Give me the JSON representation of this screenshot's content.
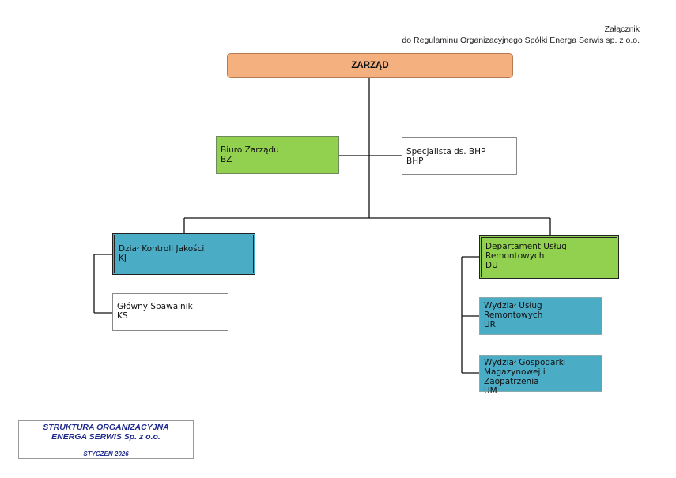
{
  "header": {
    "line1": "Załącznik",
    "line2": "do Regulaminu Organizacyjnego Spółki Energa Serwis sp. z o.o."
  },
  "units": {
    "zarzad": {
      "name": "ZARZĄD"
    },
    "biuro": {
      "name": "Biuro Zarządu",
      "code": "BZ",
      "color": "#92d050"
    },
    "bhp": {
      "name": "Specjalista ds. BHP",
      "code": "BHP",
      "color": "#ffffff"
    },
    "kj": {
      "name": "Dział Kontroli Jakości",
      "code": "KJ",
      "color": "#4bacc6"
    },
    "ks": {
      "name": "Główny Spawalnik",
      "code": "KS",
      "color": "#ffffff"
    },
    "du": {
      "name": "Departament Usług Remontowych",
      "code": "DU",
      "color": "#92d050"
    },
    "ur": {
      "name": "Wydział Usług Remontowych",
      "code": "UR",
      "color": "#4bacc6"
    },
    "um": {
      "name": "Wydział Gospodarki Magazynowej i Zaopatrzenia",
      "code": "UM",
      "color": "#4bacc6"
    }
  },
  "footer": {
    "title1": "STRUKTURA ORGANIZACYJNA",
    "title2": "ENERGA SERWIS Sp. z o.o.",
    "date": "STYCZEŃ 2026"
  }
}
